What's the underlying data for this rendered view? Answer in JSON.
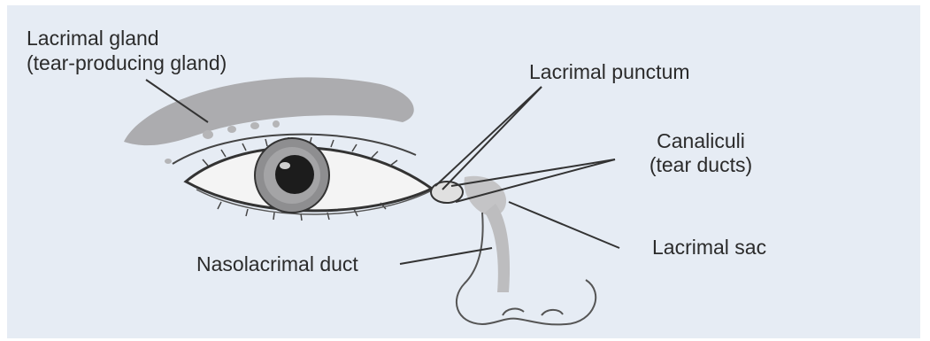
{
  "labels": {
    "lacrimal_gland_line1": "Lacrimal gland",
    "lacrimal_gland_line2": "(tear-producing gland)",
    "lacrimal_punctum": "Lacrimal punctum",
    "canaliculi_line1": "Canaliculi",
    "canaliculi_line2": "(tear ducts)",
    "lacrimal_sac": "Lacrimal sac",
    "nasolacrimal_duct": "Nasolacrimal duct"
  }
}
